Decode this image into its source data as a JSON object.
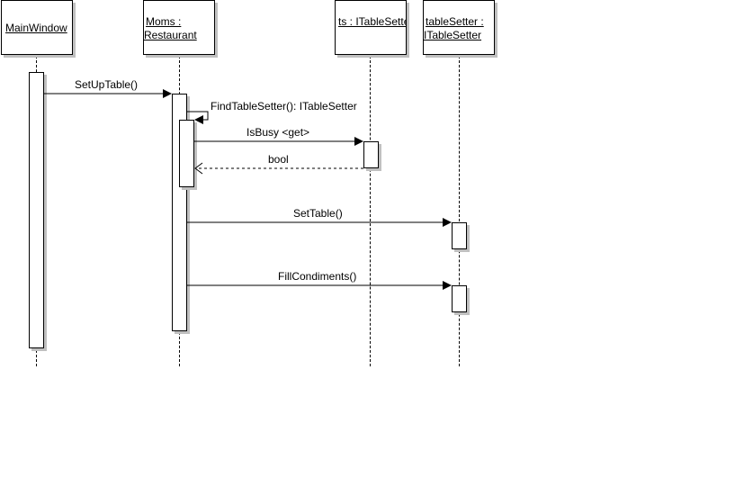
{
  "diagram": {
    "type": "uml-sequence",
    "lifelines": [
      {
        "id": "mainwindow",
        "label_lines": [
          "MainWindow"
        ]
      },
      {
        "id": "moms",
        "label_lines": [
          "Moms :",
          "Restaurant"
        ]
      },
      {
        "id": "ts",
        "label_lines": [
          "ts : ITableSetter"
        ]
      },
      {
        "id": "tablesetter",
        "label_lines": [
          "tableSetter :",
          "ITableSetter"
        ]
      }
    ],
    "messages": [
      {
        "from": "mainwindow",
        "to": "moms",
        "label": "SetUpTable()",
        "kind": "sync"
      },
      {
        "from": "moms",
        "to": "moms",
        "label": "FindTableSetter(): ITableSetter",
        "kind": "self"
      },
      {
        "from": "moms",
        "to": "ts",
        "label": "IsBusy <get>",
        "kind": "sync"
      },
      {
        "from": "ts",
        "to": "moms",
        "label": "bool",
        "kind": "return"
      },
      {
        "from": "moms",
        "to": "tablesetter",
        "label": "SetTable()",
        "kind": "sync"
      },
      {
        "from": "moms",
        "to": "tablesetter",
        "label": "FillCondiments()",
        "kind": "sync"
      }
    ]
  }
}
